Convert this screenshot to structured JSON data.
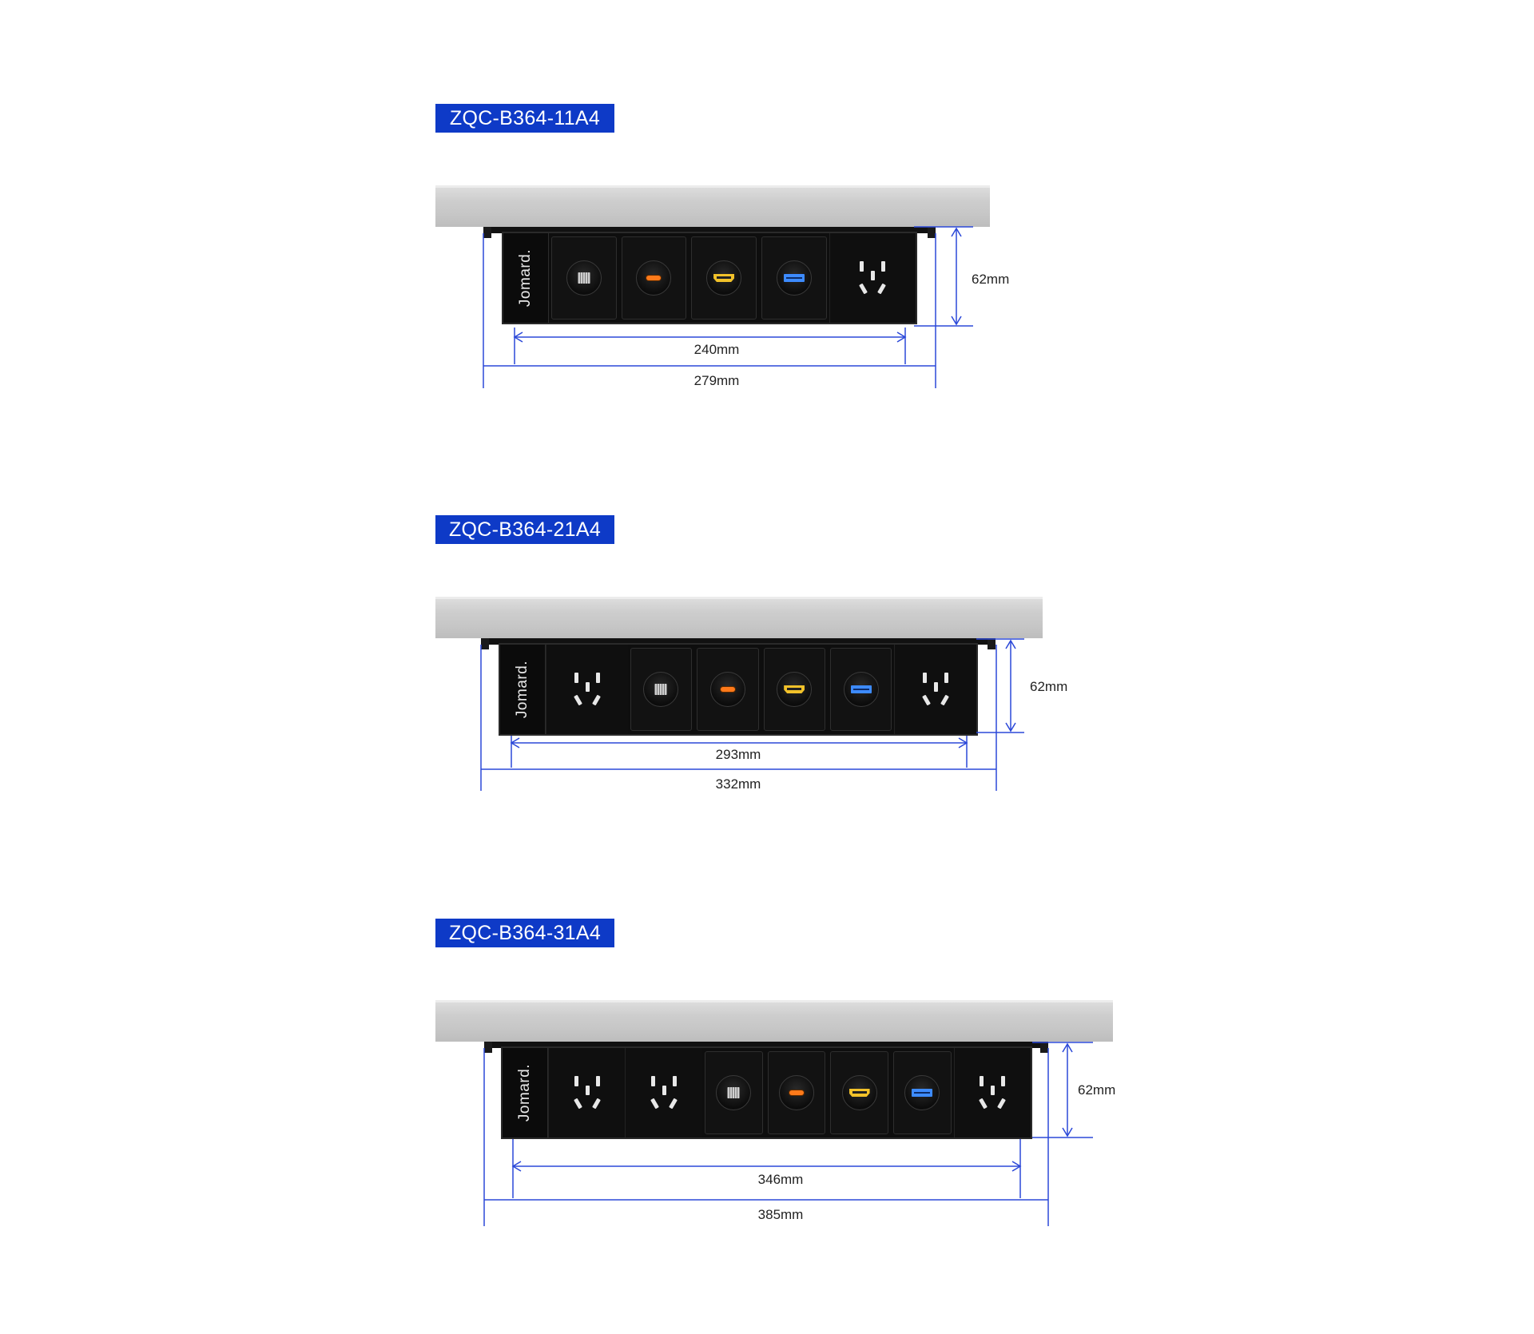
{
  "brand": "Jomard.",
  "colors": {
    "tag_background": "#0e3ac7",
    "dimension_lines": "#2b48d8",
    "strip_body": "#0e0e0e",
    "usb_c": "#ff7a1a",
    "hdmi": "#f2c22a",
    "usb_a": "#3d8bff"
  },
  "products": [
    {
      "model": "ZQC-B364-11A4",
      "height_label": "62mm",
      "inner_width_label": "240mm",
      "outer_width_label": "279mm",
      "modules": [
        "rj45",
        "usb-c",
        "hdmi",
        "usb-a",
        "power"
      ]
    },
    {
      "model": "ZQC-B364-21A4",
      "height_label": "62mm",
      "inner_width_label": "293mm",
      "outer_width_label": "332mm",
      "modules": [
        "power",
        "rj45",
        "usb-c",
        "hdmi",
        "usb-a",
        "power"
      ]
    },
    {
      "model": "ZQC-B364-31A4",
      "height_label": "62mm",
      "inner_width_label": "346mm",
      "outer_width_label": "385mm",
      "modules": [
        "power",
        "power",
        "rj45",
        "usb-c",
        "hdmi",
        "usb-a",
        "power"
      ]
    }
  ]
}
